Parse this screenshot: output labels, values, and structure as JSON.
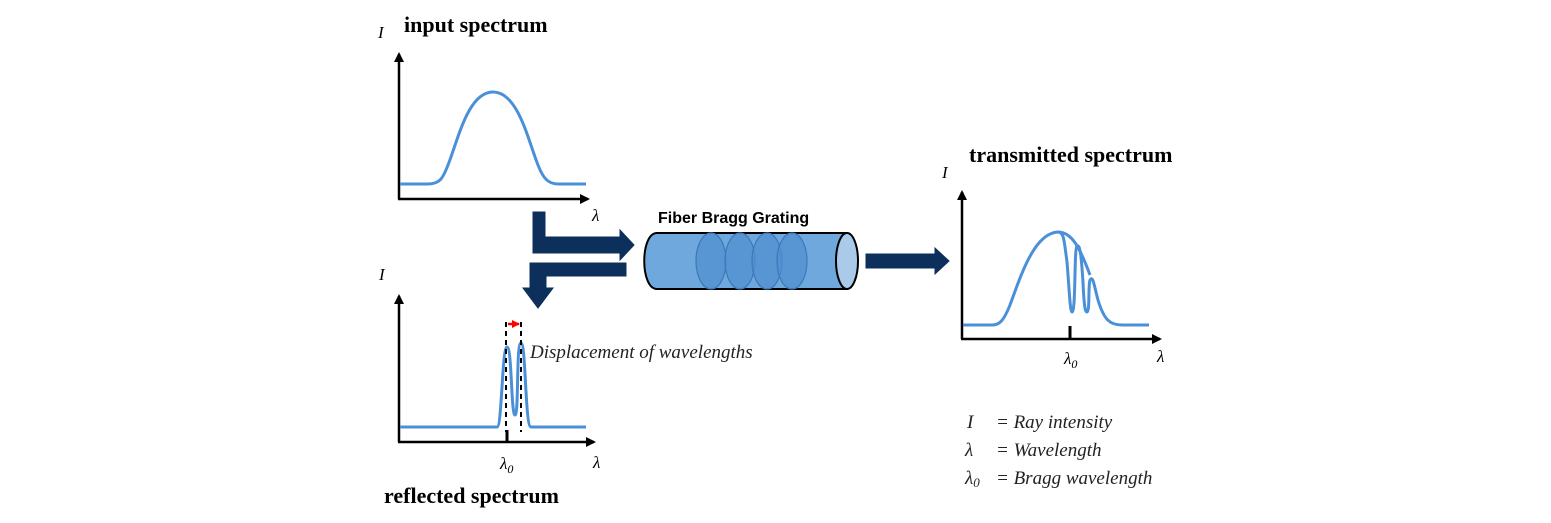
{
  "colors": {
    "curve": "#4a90d9",
    "arrow": "#0d2f5c",
    "fiber_fill": "#6fa8dc",
    "fiber_end": "#a9cbe9",
    "grating": "#4f8fd0",
    "displacement_arrow": "#ff0000"
  },
  "panels": {
    "input": {
      "title": "input spectrum",
      "y_label": "I",
      "x_label": "λ"
    },
    "reflected": {
      "title": "reflected spectrum",
      "y_label": "I",
      "x_label": "λ",
      "tick_label": "λ0",
      "annotation": "Displacement of wavelengths"
    },
    "transmitted": {
      "title": "transmitted spectrum",
      "y_label": "I",
      "x_label": "λ",
      "tick_label": "λ0"
    }
  },
  "fiber": {
    "label": "Fiber Bragg Grating"
  },
  "legend": [
    {
      "symbol": "I",
      "text": "= Ray intensity"
    },
    {
      "symbol": "λ",
      "text": "= Wavelength"
    },
    {
      "symbol": "λ0",
      "text": "= Bragg wavelength"
    }
  ]
}
